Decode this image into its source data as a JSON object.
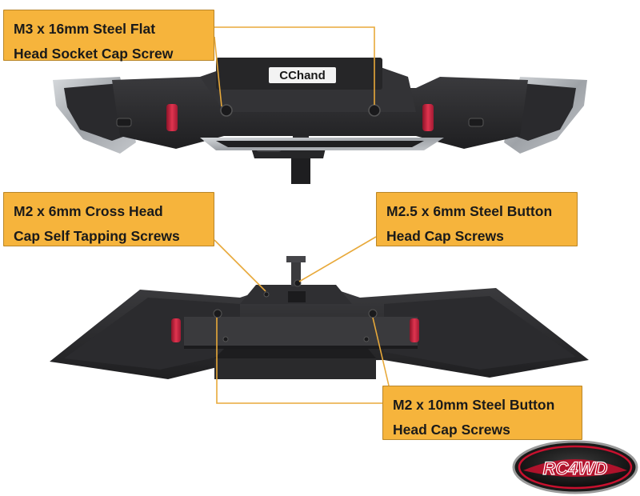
{
  "colors": {
    "callout_fill": "#f6b43c",
    "leader_line": "#e8a93a",
    "bumper_body": "#2c2c2e",
    "bumper_silver": "#a9adb2",
    "accent_red": "#d02a47",
    "logo_red": "#c8102e"
  },
  "callouts": {
    "top_left": {
      "line1": "M3 x 16mm Steel Flat",
      "line2": "Head Socket Cap Screw"
    },
    "mid_left": {
      "line1": "M2 x 6mm Cross Head",
      "line2": "Cap Self Tapping Screws"
    },
    "mid_right": {
      "line1": "M2.5 x 6mm  Steel Button",
      "line2": "Head Cap Screws"
    },
    "bottom_right": {
      "line1": "M2 x 10mm  Steel Button",
      "line2": "Head Cap Screws"
    }
  },
  "product": {
    "plate_logo": "CChand"
  },
  "brand_badge": {
    "text": "RC4WD",
    "icon": "rc4wd-logo-badge"
  }
}
